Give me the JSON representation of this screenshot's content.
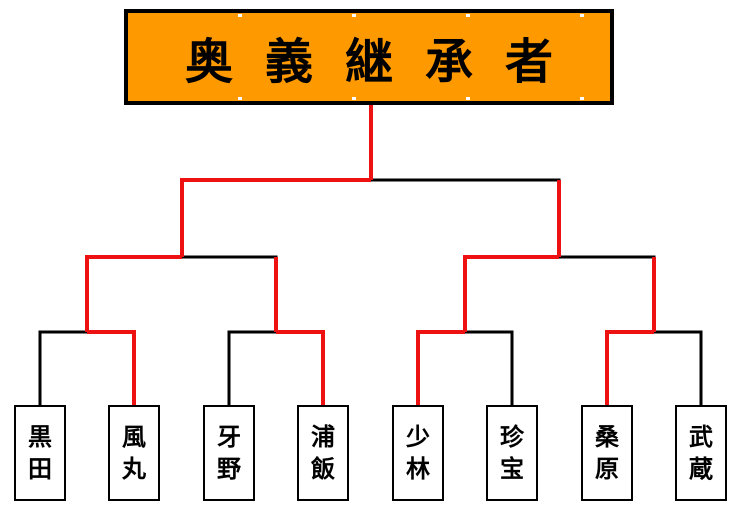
{
  "title": {
    "chars": [
      "奥",
      "義",
      "継",
      "承",
      "者"
    ]
  },
  "colors": {
    "winner_line": "#ee1111",
    "loser_line": "#000000",
    "title_bg": "#ff9900"
  },
  "players": [
    {
      "chars": [
        "黒",
        "田"
      ]
    },
    {
      "chars": [
        "風",
        "丸"
      ]
    },
    {
      "chars": [
        "牙",
        "野"
      ]
    },
    {
      "chars": [
        "浦",
        "飯"
      ]
    },
    {
      "chars": [
        "少",
        "林"
      ]
    },
    {
      "chars": [
        "珍",
        "宝"
      ]
    },
    {
      "chars": [
        "桑",
        "原"
      ]
    },
    {
      "chars": [
        "武",
        "蔵"
      ]
    }
  ],
  "results": {
    "round1_winners": [
      1,
      3,
      4,
      6
    ],
    "round2_winners": [
      0,
      2
    ],
    "final_winner": 0
  }
}
